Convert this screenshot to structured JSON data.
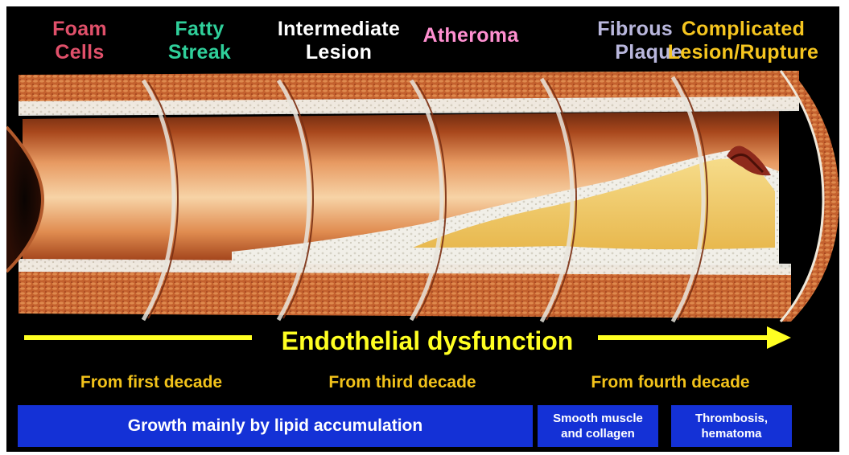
{
  "diagram": {
    "stages": [
      {
        "line1": "Foam",
        "line2": "Cells",
        "color": "#e0506a"
      },
      {
        "line1": "Fatty",
        "line2": "Streak",
        "color": "#2fcf9a"
      },
      {
        "line1": "Intermediate",
        "line2": "Lesion",
        "color": "#ffffff"
      },
      {
        "line1": "Atheroma",
        "line2": "",
        "color": "#ff8fd0"
      },
      {
        "line1": "Fibrous",
        "line2": "Plaque",
        "color": "#b9b7dd"
      },
      {
        "line1": "Complicated",
        "line2": "Lesion/Rupture",
        "color": "#f5c51f"
      }
    ],
    "arrow_label": "Endothelial dysfunction",
    "arrow_color": "#ffff22",
    "decades": [
      "From first decade",
      "From third decade",
      "From fourth decade"
    ],
    "decade_color": "#f2c21a",
    "boxes": [
      {
        "line1": "Growth mainly by lipid accumulation",
        "line2": ""
      },
      {
        "line1": "Smooth muscle",
        "line2": "and collagen"
      },
      {
        "line1": "Thrombosis,",
        "line2": "hematoma"
      }
    ],
    "box_color": "#1431d6"
  }
}
